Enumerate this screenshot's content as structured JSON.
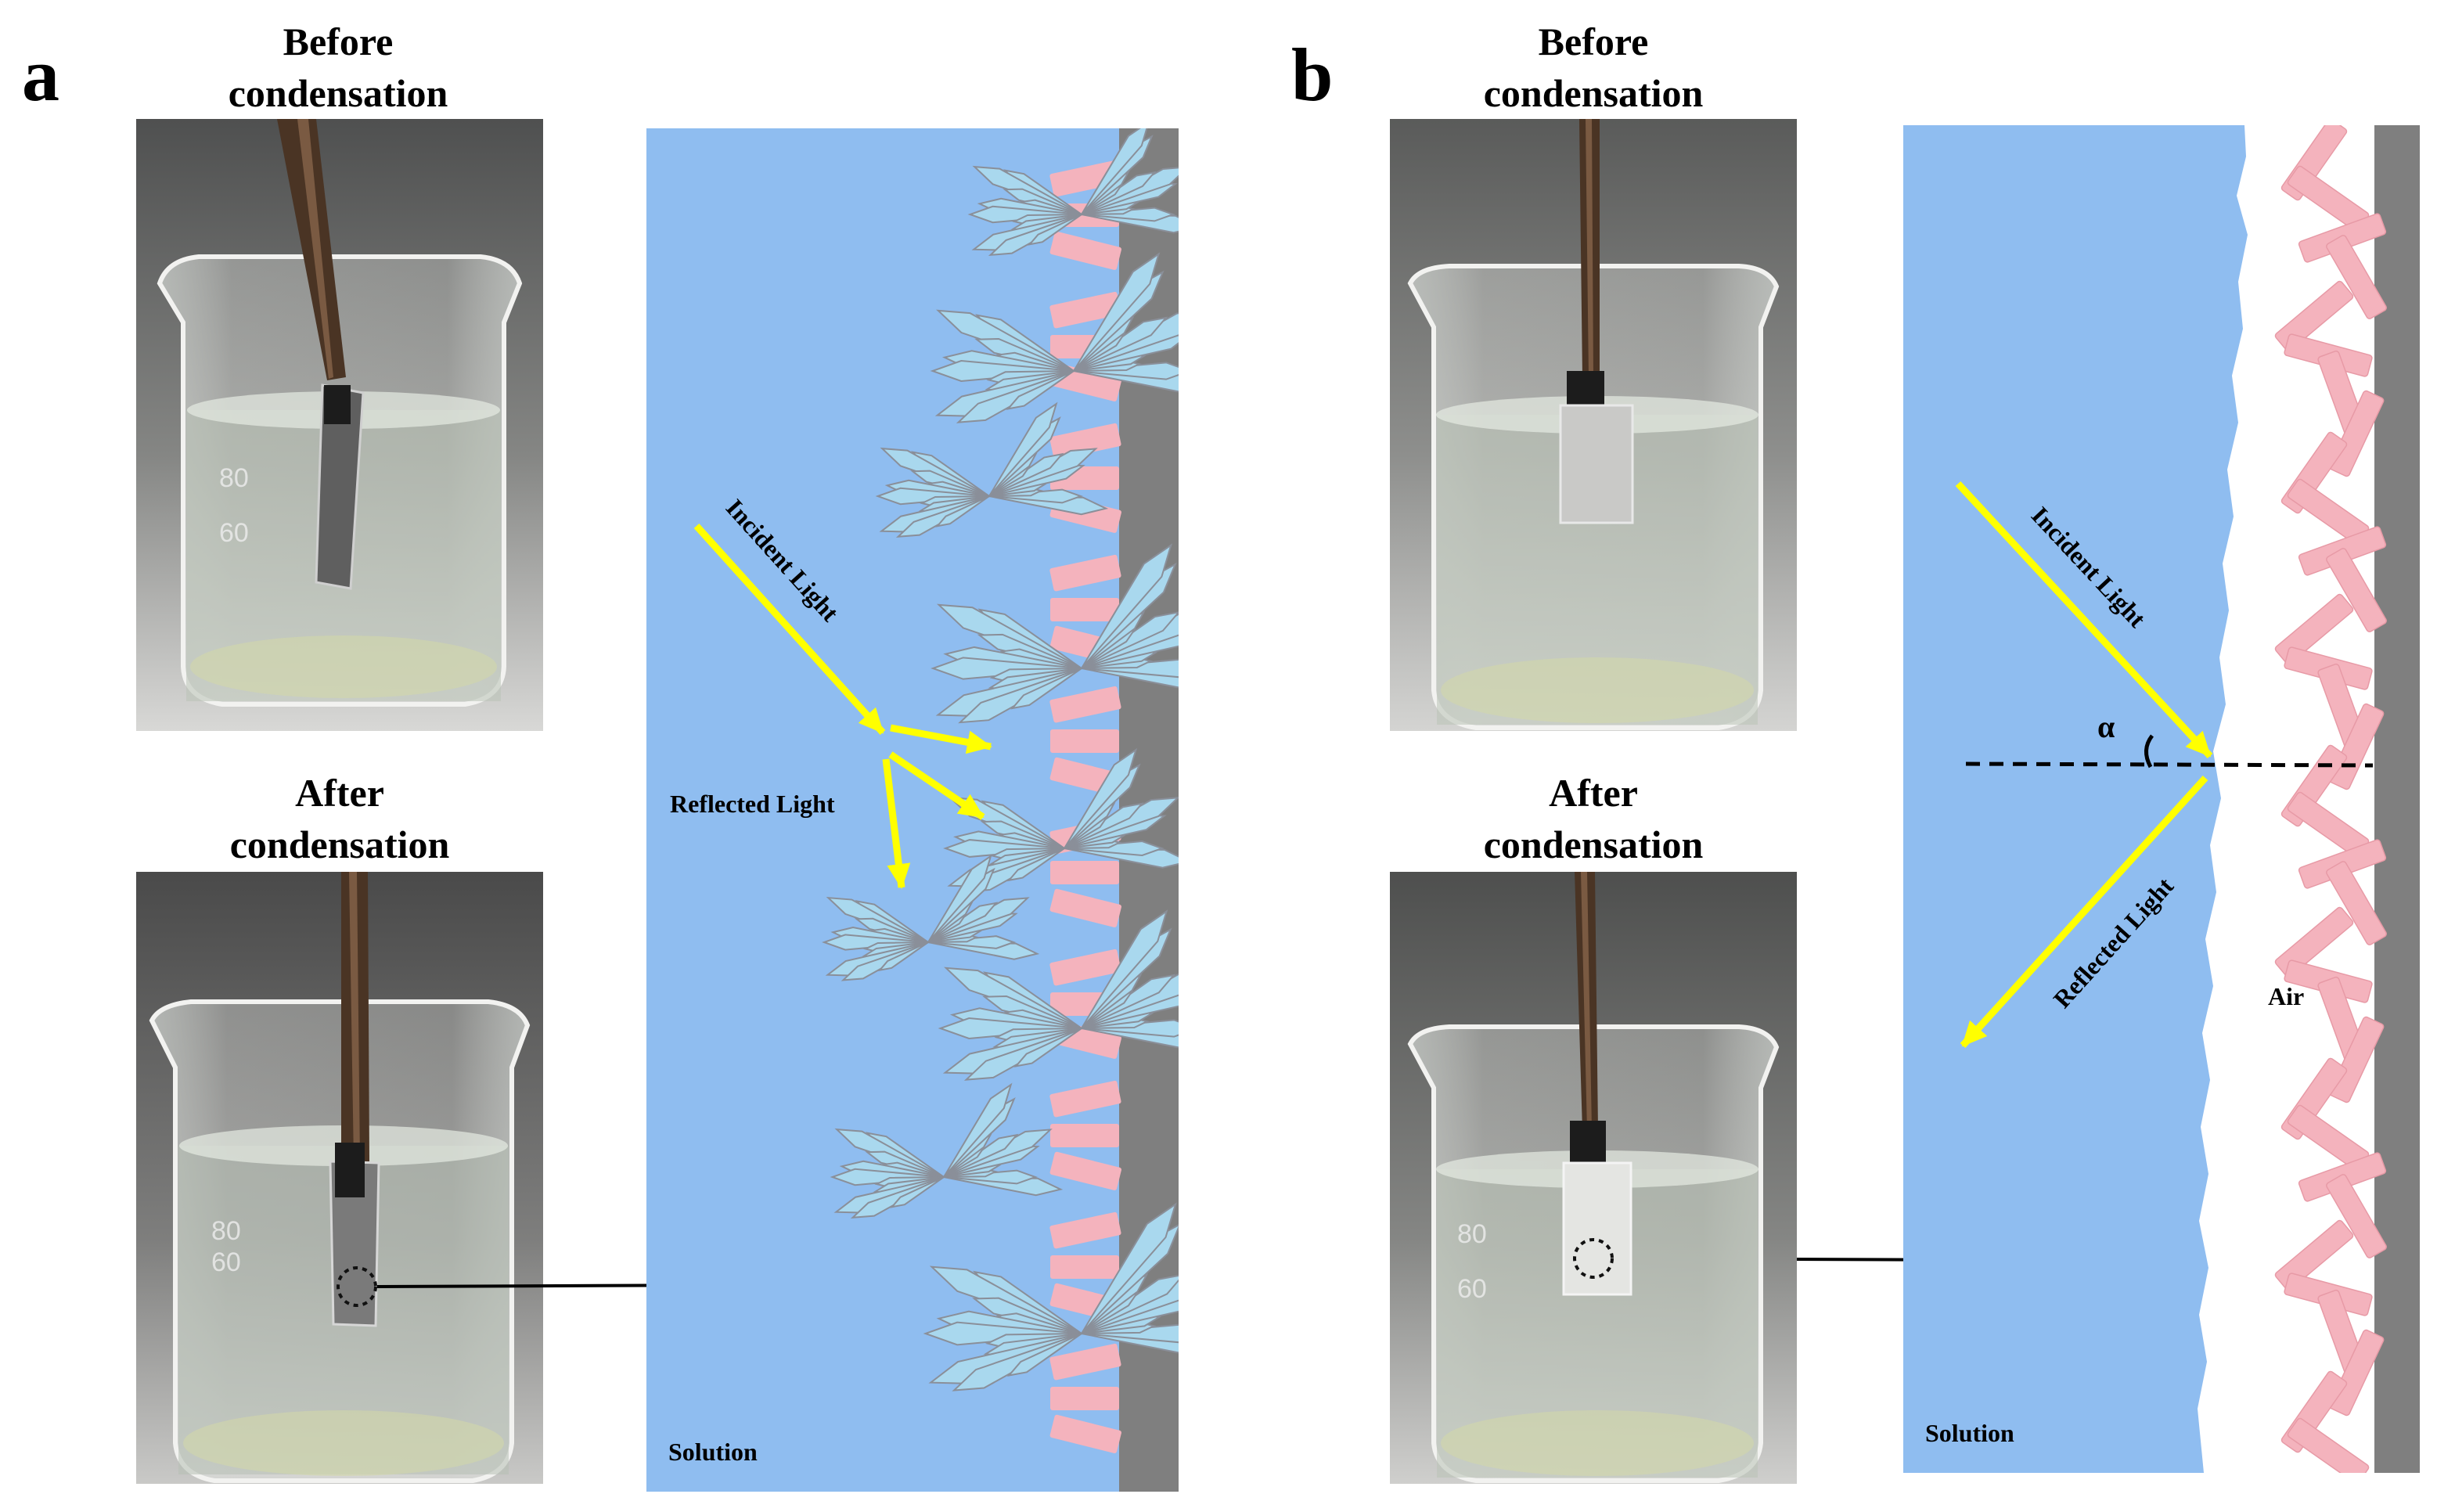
{
  "panels": [
    {
      "letter": "a",
      "photos": {
        "before": {
          "caption_line1": "Before",
          "caption_line2": "condensation",
          "strip": "dark metallic"
        },
        "after": {
          "caption_line1": "After",
          "caption_line2": "condensation",
          "strip": "dark metallic with marked spot"
        }
      },
      "schematic": {
        "incident_label": "Incident Light",
        "reflected_label": "Reflected Light",
        "medium_label": "Solution",
        "structure": "flower-like crystal clusters on pink rods",
        "reflection": "diffuse (scattered)"
      }
    },
    {
      "letter": "b",
      "photos": {
        "before": {
          "caption_line1": "Before",
          "caption_line2": "condensation",
          "strip": "light grey"
        },
        "after": {
          "caption_line1": "After",
          "caption_line2": "condensation",
          "strip": "silvery white with marked spot"
        }
      },
      "schematic": {
        "incident_label": "Incident Light",
        "reflected_label": "Reflected Light",
        "medium_label": "Solution",
        "air_label": "Air",
        "angle_label": "α",
        "structure": "pink rods with air layer",
        "reflection": "specular"
      }
    }
  ],
  "colors": {
    "solution": "#8fbdf0",
    "crystal": "#a9d8ee",
    "crystal_edge": "#8a8f99",
    "rod": "#f4b3bd",
    "substrate": "#7f7f7f",
    "light": "#ffff00",
    "photo_bg": "#6f6f6f"
  },
  "beaker_marks": [
    "80",
    "60"
  ]
}
